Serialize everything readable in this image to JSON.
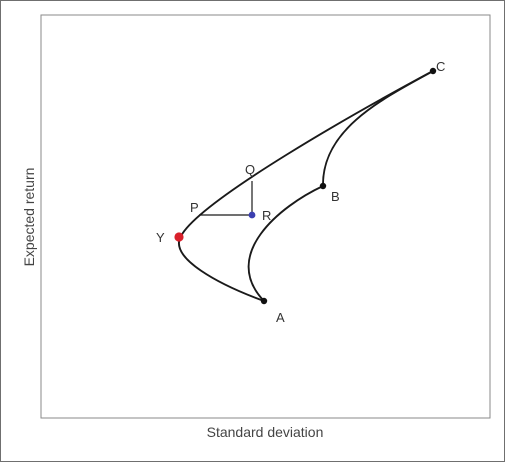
{
  "chart_data": {
    "type": "line",
    "xlabel": "Standard deviation",
    "ylabel": "Expected return",
    "grid": false,
    "colors": {
      "curve": "#1a1a1a",
      "point": "#111111",
      "point_Y": "#d9202b",
      "point_R": "#3b3fb0",
      "frame": "#8a8a8a"
    },
    "points": [
      {
        "id": "C",
        "label": "C",
        "x": 0.93,
        "y": 0.9
      },
      {
        "id": "B",
        "label": "B",
        "x": 0.64,
        "y": 0.62
      },
      {
        "id": "A",
        "label": "A",
        "x": 0.5,
        "y": 0.31
      },
      {
        "id": "Y",
        "label": "Y",
        "x": 0.305,
        "y": 0.44
      },
      {
        "id": "R",
        "label": "R",
        "x": 0.47,
        "y": 0.5
      }
    ],
    "annotations": [
      {
        "id": "P",
        "label": "P",
        "x": 0.35,
        "y": 0.5
      },
      {
        "id": "Q",
        "label": "Q",
        "x": 0.47,
        "y": 0.585
      }
    ],
    "curves": [
      {
        "name": "C-Y-A frontier"
      },
      {
        "name": "C-B arc"
      },
      {
        "name": "B-A arc"
      }
    ],
    "segments": [
      {
        "from": "P",
        "to": "R"
      },
      {
        "from": "Q",
        "to": "R"
      }
    ]
  }
}
